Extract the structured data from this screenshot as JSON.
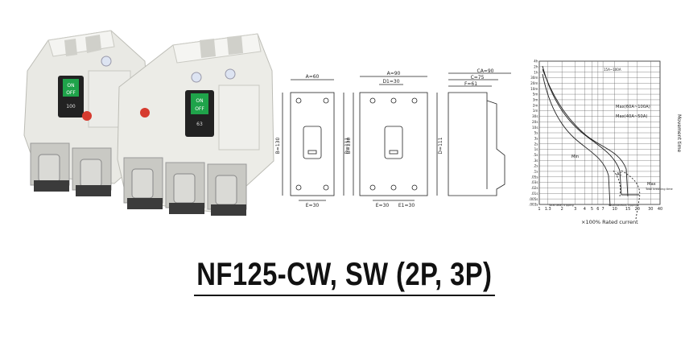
{
  "title": "NF125-CW, SW (2P, 3P)",
  "breaker_2p": {
    "switch_on": "ON",
    "switch_off": "OFF",
    "switch_rating": "100"
  },
  "breaker_3p": {
    "switch_on": "ON",
    "switch_off": "OFF",
    "switch_rating": "63"
  },
  "dims_2p": {
    "width": "A=60",
    "height": "B=130",
    "depth": "D=111",
    "spacing": "E=30"
  },
  "dims_3p": {
    "width": "A=90",
    "d1": "D1=30",
    "height": "B=130",
    "depth": "D=111",
    "spacing": "E=30",
    "e1": "E1=30"
  },
  "dims_side": {
    "ca": "CA=90",
    "c": "C=75",
    "f": "F=61"
  },
  "curve": {
    "y_ticks": [
      "4h",
      "2h",
      "1h",
      "30m",
      "20m",
      "10m",
      "5m",
      "3m",
      "2m",
      "1m",
      "30s",
      "20s",
      "10s",
      "5s",
      "3s",
      "2s",
      "1s",
      ".5s",
      ".3s",
      ".2s",
      ".1s",
      ".05s",
      ".03s",
      ".02s",
      ".01s",
      ".005s",
      ".003s"
    ],
    "x_ticks": [
      "1",
      "1.3",
      "2",
      "3",
      "4",
      "5",
      "6",
      "7",
      "10",
      "15",
      "20",
      "30",
      "40"
    ],
    "x_label": "×100% Rated current",
    "y_label": "Movement time",
    "range_note": "15A~100A",
    "label_max_high": "Max(60A~100A)",
    "label_max_low": "Max(40A~50A)",
    "label_min": "Min",
    "label_ac": "AC",
    "label_max": "Max",
    "label_total": "Total breaking time",
    "label_total_delay": "Total delay tripping",
    "label_instant": "Instantaneous tripping"
  }
}
